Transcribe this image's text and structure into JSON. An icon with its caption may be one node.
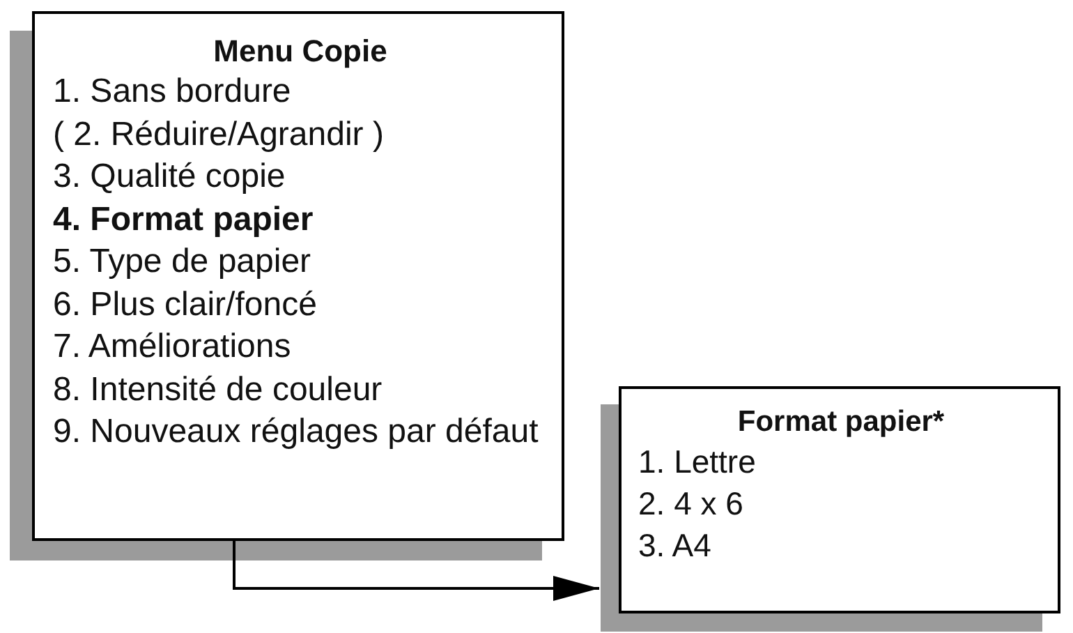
{
  "diagram": {
    "nodes": [
      {
        "text": [
          "Menu Copie",
          "1. Sans bordure",
          "( 2. Réduire/Agrandir )",
          "3. Qualité copie",
          "4. Format papier",
          "5. Type de papier",
          "6. Plus clair/foncé",
          "7. Améliorations",
          "8. Intensité de couleur",
          "9. Nouveaux réglages par défaut"
        ]
      },
      {
        "text": [
          "Format papier*",
          "1. Lettre",
          "2. 4 x 6",
          "3. A4"
        ]
      }
    ],
    "edges": [
      {
        "from": 0,
        "to": 1,
        "arrow": "to"
      }
    ]
  }
}
